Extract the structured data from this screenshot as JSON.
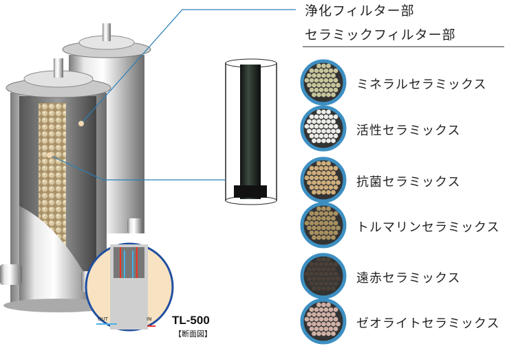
{
  "headings": {
    "purification_filter": "浄化フィルター部",
    "ceramic_filter": "セラミックフィルター部"
  },
  "model": {
    "name": "TL-500",
    "caption": "【断面図】",
    "port_out": "OUT",
    "port_in": "IN"
  },
  "ceramics": [
    {
      "label": "ミネラルセラミックス",
      "color": "#c8c59c"
    },
    {
      "label": "活性セラミックス",
      "color": "#ecece8"
    },
    {
      "label": "抗菌セラミックス",
      "color": "#cfae7c"
    },
    {
      "label": "トルマリンセラミックス",
      "color": "#a89060"
    },
    {
      "label": "遠赤セラミックス",
      "color": "#4a4038"
    },
    {
      "label": "ゼオライトセラミックス",
      "color": "#d0b0a6"
    }
  ],
  "ring_color": "#3d8fc2",
  "leader_color": "#2a7fb8"
}
